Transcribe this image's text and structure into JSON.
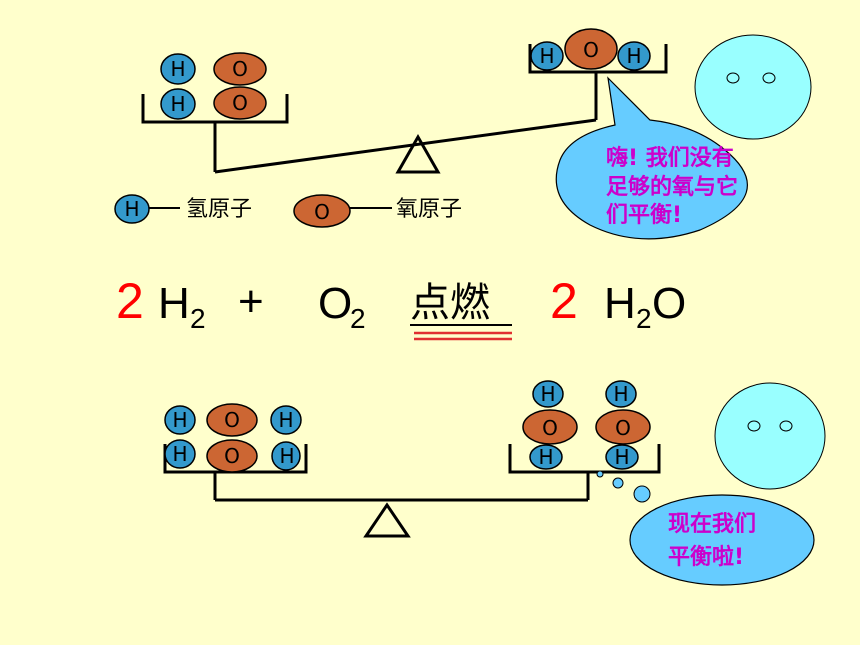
{
  "colors": {
    "background": "#FFFFCC",
    "hydrogen": "#3399CC",
    "oxygen": "#CC6633",
    "face": "#99FFFF",
    "bubble": "#66CCFF",
    "bubble_text": "#CC00CC",
    "coefficient": "#FF0000",
    "underline": "#E03030"
  },
  "atoms": {
    "hydrogen_symbol": "H",
    "oxygen_symbol": "O"
  },
  "legend": {
    "hydrogen_label": "氢原子",
    "oxygen_label": "氧原子"
  },
  "bubbles": {
    "top_line1": "嗨! 我们没有",
    "top_line2": "足够的氧与它",
    "top_line3": "们平衡!",
    "bottom_line1": "现在我们",
    "bottom_line2": "平衡啦!"
  },
  "equation": {
    "coef_h2": "2",
    "h2": "H",
    "h2_sub": "2",
    "plus": "+",
    "o2": "O",
    "o2_sub": "2",
    "condition": "点燃",
    "coef_h2o": "2",
    "h2o_h": "H",
    "h2o_sub": "2",
    "h2o_o": "O"
  }
}
